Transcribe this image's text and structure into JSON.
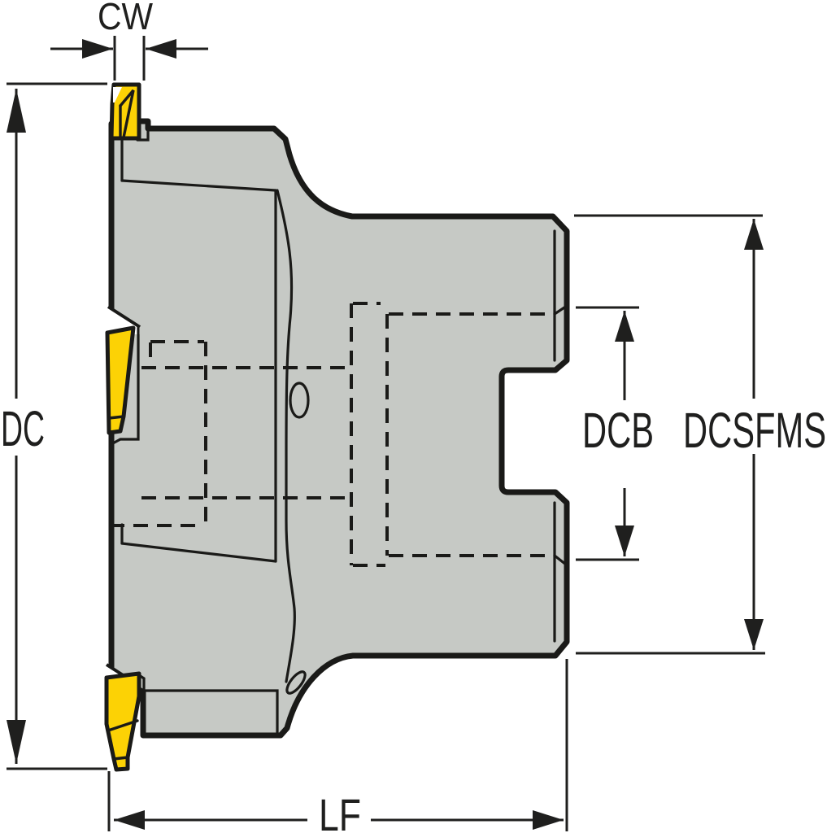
{
  "figure": {
    "kind": "technical line drawing",
    "subject": "indexable milling cutter, side profile with dimension callouts",
    "background": "#ffffff"
  },
  "colors": {
    "bg": "#ffffff",
    "body": "#c6c9c5",
    "insert": "#fcd205",
    "line": "#1a1a18",
    "dim": "#1f1f1e"
  },
  "dimensions": {
    "cw": {
      "label": "CW"
    },
    "dc": {
      "label": "DC"
    },
    "dcb": {
      "label": "DCB"
    },
    "dcsfms": {
      "label": "DCSFMS"
    },
    "lf": {
      "label": "LF"
    }
  }
}
